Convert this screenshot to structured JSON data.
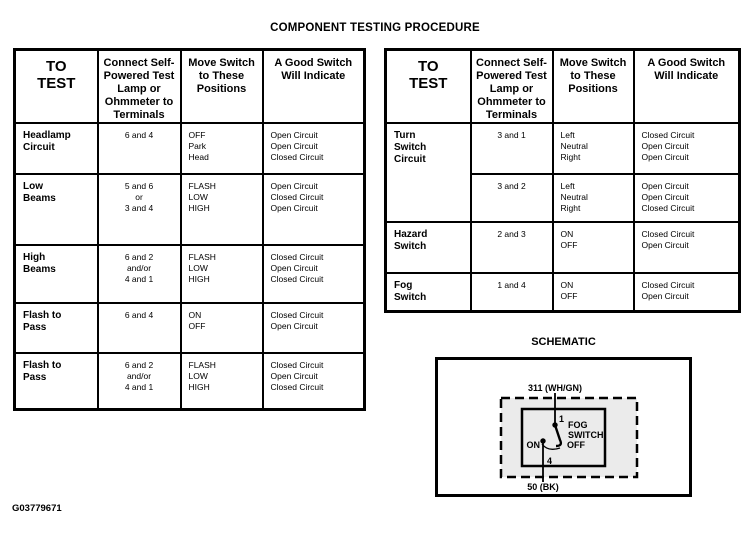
{
  "page": {
    "title": "COMPONENT TESTING PROCEDURE",
    "figure_id": "G03779671",
    "colors": {
      "ink": "#000000",
      "paper": "#ffffff",
      "schematic_fill": "#ebebeb"
    }
  },
  "table_headers": {
    "to_test": "TO\nTEST",
    "terminals": "Connect Self-\nPowered Test\nLamp or\nOhmmeter to\nTerminals",
    "positions": "Move Switch\nto These\nPositions",
    "indication": "A Good Switch\nWill Indicate"
  },
  "left_table": {
    "rows": [
      {
        "to_test": "Headlamp\nCircuit",
        "terminals": "6 and 4",
        "positions": "OFF\nPark\nHead",
        "indication": "Open Circuit\nOpen Circuit\nClosed Circuit"
      },
      {
        "to_test": "Low\nBeams",
        "terminals": "5 and 6\nor\n3 and 4",
        "positions": "FLASH\nLOW\nHIGH",
        "indication": "Open Circuit\nClosed Circuit\nOpen Circuit"
      },
      {
        "to_test": "High\nBeams",
        "terminals": "6 and 2\nand/or\n4 and 1",
        "positions": "FLASH\nLOW\nHIGH",
        "indication": "Closed Circuit\nOpen Circuit\nClosed Circuit"
      },
      {
        "to_test": "Flash to\nPass",
        "terminals": "6 and 4",
        "positions": "ON\nOFF",
        "indication": "Closed Circuit\nOpen Circuit"
      },
      {
        "to_test": "Flash to\nPass",
        "terminals": "6 and 2\nand/or\n4 and 1",
        "positions": "FLASH\nLOW\nHIGH",
        "indication": "Closed Circuit\nOpen Circuit\nClosed Circuit"
      }
    ]
  },
  "right_table": {
    "rows": [
      {
        "to_test": "Turn\nSwitch\nCircuit",
        "terminals": "3 and 1",
        "positions": "Left\nNeutral\nRight",
        "indication": "Closed Circuit\nOpen Circuit\nOpen Circuit"
      },
      {
        "terminals": "3 and 2",
        "positions": "Left\nNeutral\nRight",
        "indication": "Open Circuit\nOpen Circuit\nClosed Circuit"
      },
      {
        "to_test": "Hazard\nSwitch",
        "terminals": "2 and 3",
        "positions": "ON\nOFF",
        "indication": "Closed Circuit\nOpen Circuit"
      },
      {
        "to_test": "Fog\nSwitch",
        "terminals": "1 and 4",
        "positions": "ON\nOFF",
        "indication": "Closed Circuit\nOpen Circuit"
      }
    ]
  },
  "schematic": {
    "title": "SCHEMATIC",
    "top_wire_label": "311 (WH/GN)",
    "bottom_wire_label": "50 (BK)",
    "top_terminal": "1",
    "bottom_terminal": "4",
    "switch_name_line1": "FOG",
    "switch_name_line2": "SWITCH",
    "on_label": "ON",
    "off_label": "OFF"
  }
}
